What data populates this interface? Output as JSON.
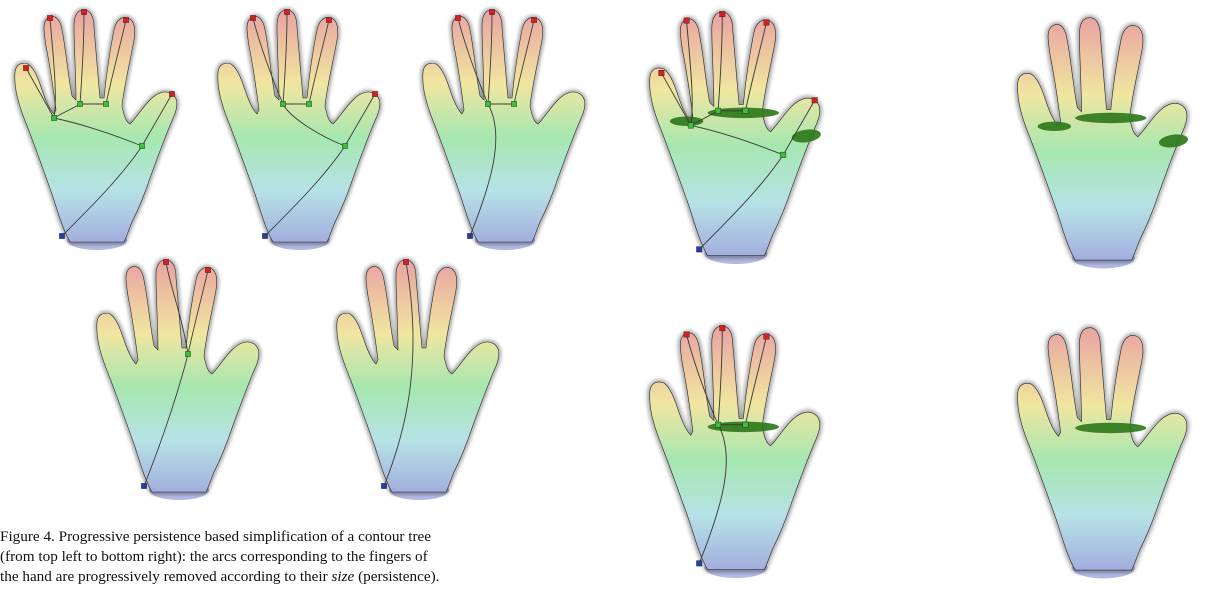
{
  "figure": {
    "caption_lines": [
      "Figure 4.   Progressive persistence based simplification of a contour tree",
      "(from top left to bottom right): the arcs corresponding to the fingers of",
      "the hand are progressively removed according to their"
    ],
    "caption_italic": "size",
    "caption_tail": " (persistence).",
    "colors": {
      "fingertip_max": "#d42020",
      "saddle": "#3bbf3b",
      "minimum": "#1f3fa8",
      "contour_disk": "#2f7a1c",
      "arc": "#3a3a3a",
      "gradient_top": "#e9a2a2",
      "gradient_mid1": "#f0e6a0",
      "gradient_mid2": "#a6e7b0",
      "gradient_mid3": "#b6e2e6",
      "gradient_bottom": "#a3aede"
    },
    "panels": [
      {
        "id": "p1",
        "arcs": 4,
        "show_minimum": true,
        "disks": 0
      },
      {
        "id": "p2",
        "arcs": 3,
        "show_minimum": true,
        "disks": 0
      },
      {
        "id": "p3",
        "arcs": 2,
        "show_minimum": true,
        "disks": 0
      },
      {
        "id": "p4",
        "arcs": 1,
        "show_minimum": true,
        "disks": 0
      },
      {
        "id": "p5",
        "arcs": 0,
        "show_minimum": true,
        "disks": 0
      },
      {
        "id": "p6",
        "arcs": 4,
        "show_minimum": true,
        "disks": 3
      },
      {
        "id": "p7",
        "arcs": -1,
        "show_minimum": false,
        "disks": 3
      },
      {
        "id": "p8",
        "arcs": 2,
        "show_minimum": true,
        "disks": 1
      },
      {
        "id": "p9",
        "arcs": -1,
        "show_minimum": false,
        "disks": 1
      }
    ]
  }
}
